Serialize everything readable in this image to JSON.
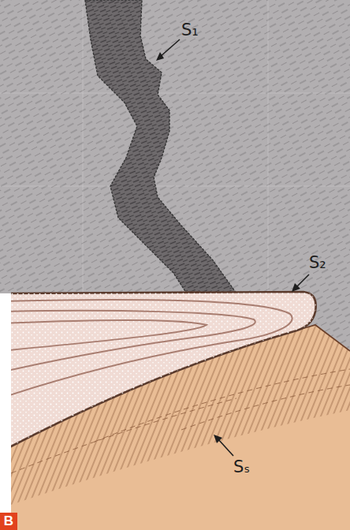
{
  "diagram": {
    "labels": [
      "S₁",
      "S₂",
      "Sₛ",
      "B"
    ]
  }
}
